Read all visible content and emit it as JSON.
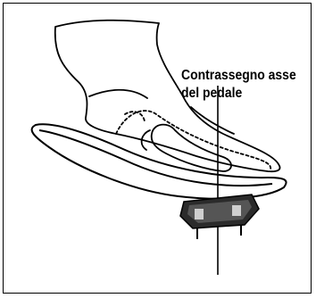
{
  "figure": {
    "label_line1": "Contrassegno asse",
    "label_line2": "del pedale"
  },
  "colors": {
    "ink": "#000000",
    "cleat_dark": "#2b2b2b",
    "cleat_light": "#cfcfcf",
    "background": "#ffffff"
  },
  "icons": [
    "foot-outline",
    "shoe-sole",
    "cleat",
    "pedal-axis-line"
  ]
}
